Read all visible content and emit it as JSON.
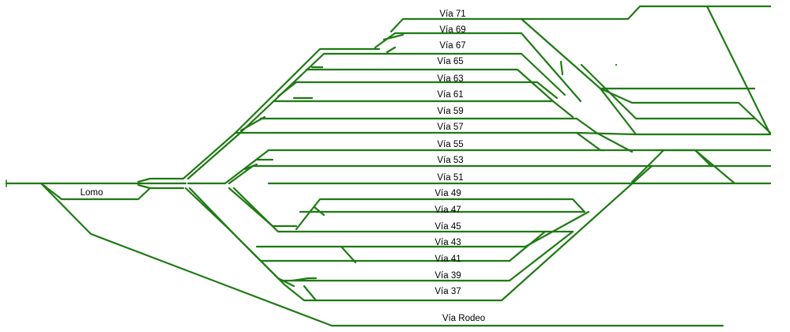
{
  "colors": {
    "track": "#1f7a14",
    "background": "#ffffff",
    "text": "#000000"
  },
  "labels": {
    "lomo": "Lomo",
    "via71": "Vía 71",
    "via69": "Vía 69",
    "via67": "Vía 67",
    "via65": "Vía 65",
    "via63": "Vía 63",
    "via61": "Vía 61",
    "via59": "Vía 59",
    "via57": "Vía 57",
    "via55": "Vía 55",
    "via53": "Vía 53",
    "via51": "Vía 51",
    "via49": "Vía 49",
    "via47": "Vía 47",
    "via45": "Vía 45",
    "via43": "Vía 43",
    "via41": "Vía 41",
    "via39": "Vía 39",
    "via37": "Vía 37",
    "viaRodeo": "Vía Rodeo"
  }
}
